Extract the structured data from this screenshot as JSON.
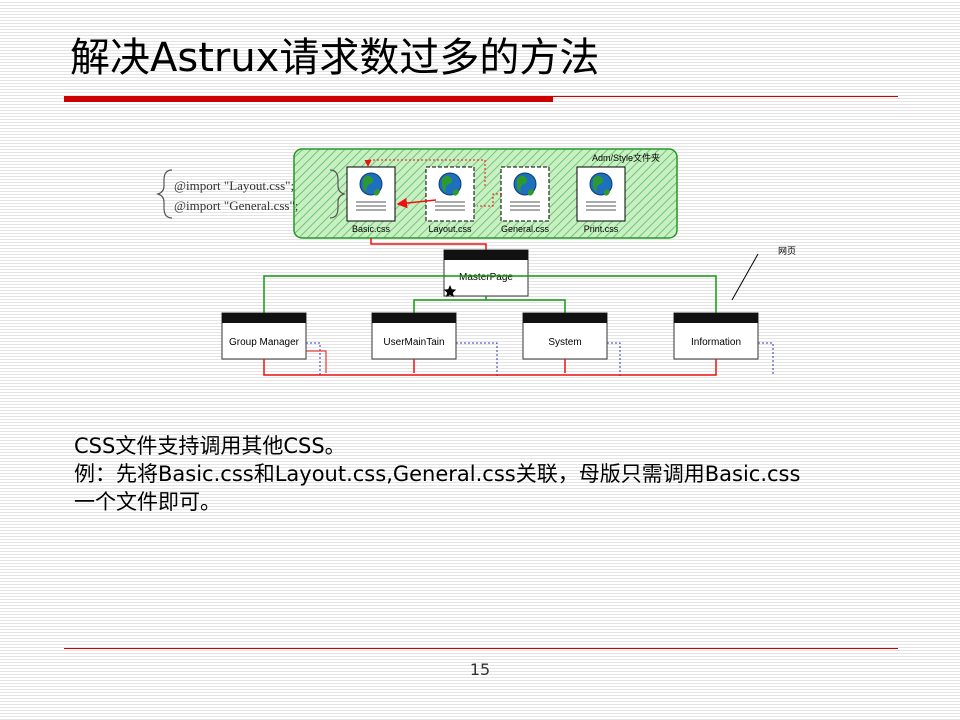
{
  "title": "解决Astrux请求数过多的方法",
  "diagram": {
    "folder_label": "Adm/Style文件夹",
    "imports": [
      "@import \"Layout.css\";",
      "@import \"General.css\";"
    ],
    "css_files": [
      "Basic.css",
      "Layout.css",
      "General.css",
      "Print.css"
    ],
    "master": "MasterPage",
    "pages": [
      "Group Manager",
      "UserMainTain",
      "System",
      "Information"
    ],
    "callout": "网页",
    "colors": {
      "folder_fill": "#c9efc4",
      "folder_stroke": "#229922",
      "link_red": "#ee1111",
      "link_green": "#119911",
      "link_blue": "#3333bb"
    }
  },
  "body": {
    "line1": "CSS文件支持调用其他CSS。",
    "line2": "例：先将Basic.css和Layout.css,General.css关联，母版只需调用Basic.css",
    "line3": "一个文件即可。"
  },
  "page_number": "15"
}
